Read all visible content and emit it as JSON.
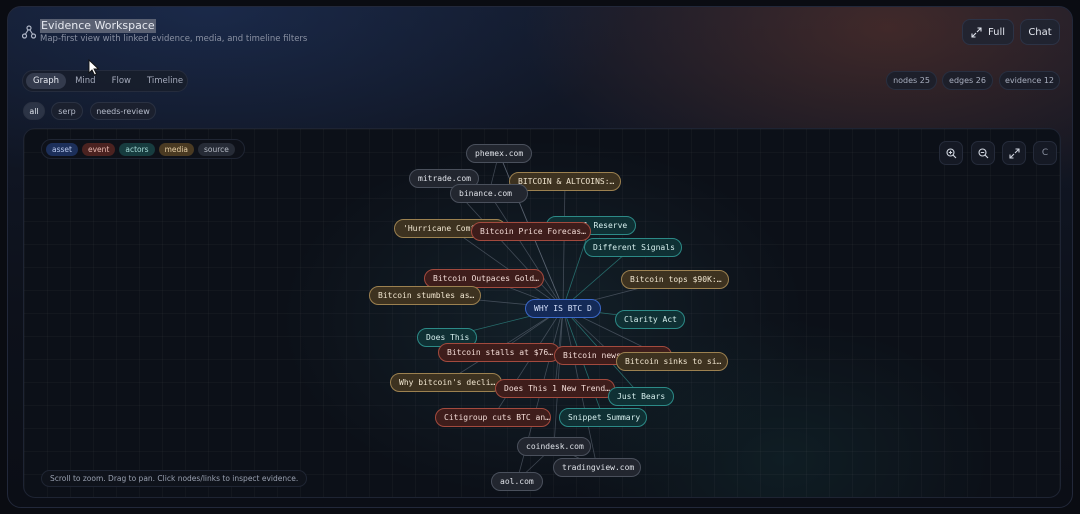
{
  "header": {
    "title": "Evidence Workspace",
    "subtitle": "Map-first view with linked evidence, media, and timeline filters",
    "full_label": "Full",
    "chat_label": "Chat"
  },
  "tabs": [
    "Graph",
    "Mind",
    "Flow",
    "Timeline"
  ],
  "stats": {
    "nodes": "nodes 25",
    "edges": "edges 26",
    "evidence": "evidence 12"
  },
  "filters": [
    "all",
    "serp",
    "needs-review"
  ],
  "legend": [
    "asset",
    "event",
    "actors",
    "media",
    "source"
  ],
  "canvas_controls": {
    "reset_label": "C"
  },
  "hint": "Scroll to zoom. Drag to pan. Click nodes/links to inspect evidence.",
  "colors": {
    "asset": "#3b68c8",
    "event": "#a34a3e",
    "actors": "#2c8a87",
    "media": "#9c8150",
    "source": "#4a505c"
  },
  "nodes": [
    {
      "label": "phemex.com",
      "type": "source"
    },
    {
      "label": "mitrade.com",
      "type": "source"
    },
    {
      "label": "BITCOIN & ALTCOINS:…",
      "type": "media"
    },
    {
      "label": "binance.com",
      "type": "source"
    },
    {
      "label": "'Hurricane Coming':…",
      "type": "media"
    },
    {
      "label": "Federal Reserve",
      "type": "actors"
    },
    {
      "label": "Bitcoin Price Forecas…",
      "type": "event"
    },
    {
      "label": "Different Signals",
      "type": "actors"
    },
    {
      "label": "Bitcoin Outpaces Gold…",
      "type": "event"
    },
    {
      "label": "Bitcoin tops $90K:…",
      "type": "media"
    },
    {
      "label": "Bitcoin stumbles as…",
      "type": "media"
    },
    {
      "label": "WHY IS BTC D",
      "type": "asset"
    },
    {
      "label": "Clarity Act",
      "type": "actors"
    },
    {
      "label": "Does This",
      "type": "actors"
    },
    {
      "label": "Bitcoin stalls at $76…",
      "type": "event"
    },
    {
      "label": "Bitcoin news today: B…",
      "type": "event"
    },
    {
      "label": "Bitcoin sinks to si…",
      "type": "media"
    },
    {
      "label": "Why bitcoin's decli…",
      "type": "media"
    },
    {
      "label": "Does This 1 New Trend…",
      "type": "event"
    },
    {
      "label": "Just Bears",
      "type": "actors"
    },
    {
      "label": "Citigroup cuts BTC an…",
      "type": "event"
    },
    {
      "label": "Snippet Summary",
      "type": "actors"
    },
    {
      "label": "coindesk.com",
      "type": "source"
    },
    {
      "label": "tradingview.com",
      "type": "source"
    },
    {
      "label": "aol.com",
      "type": "source"
    }
  ]
}
